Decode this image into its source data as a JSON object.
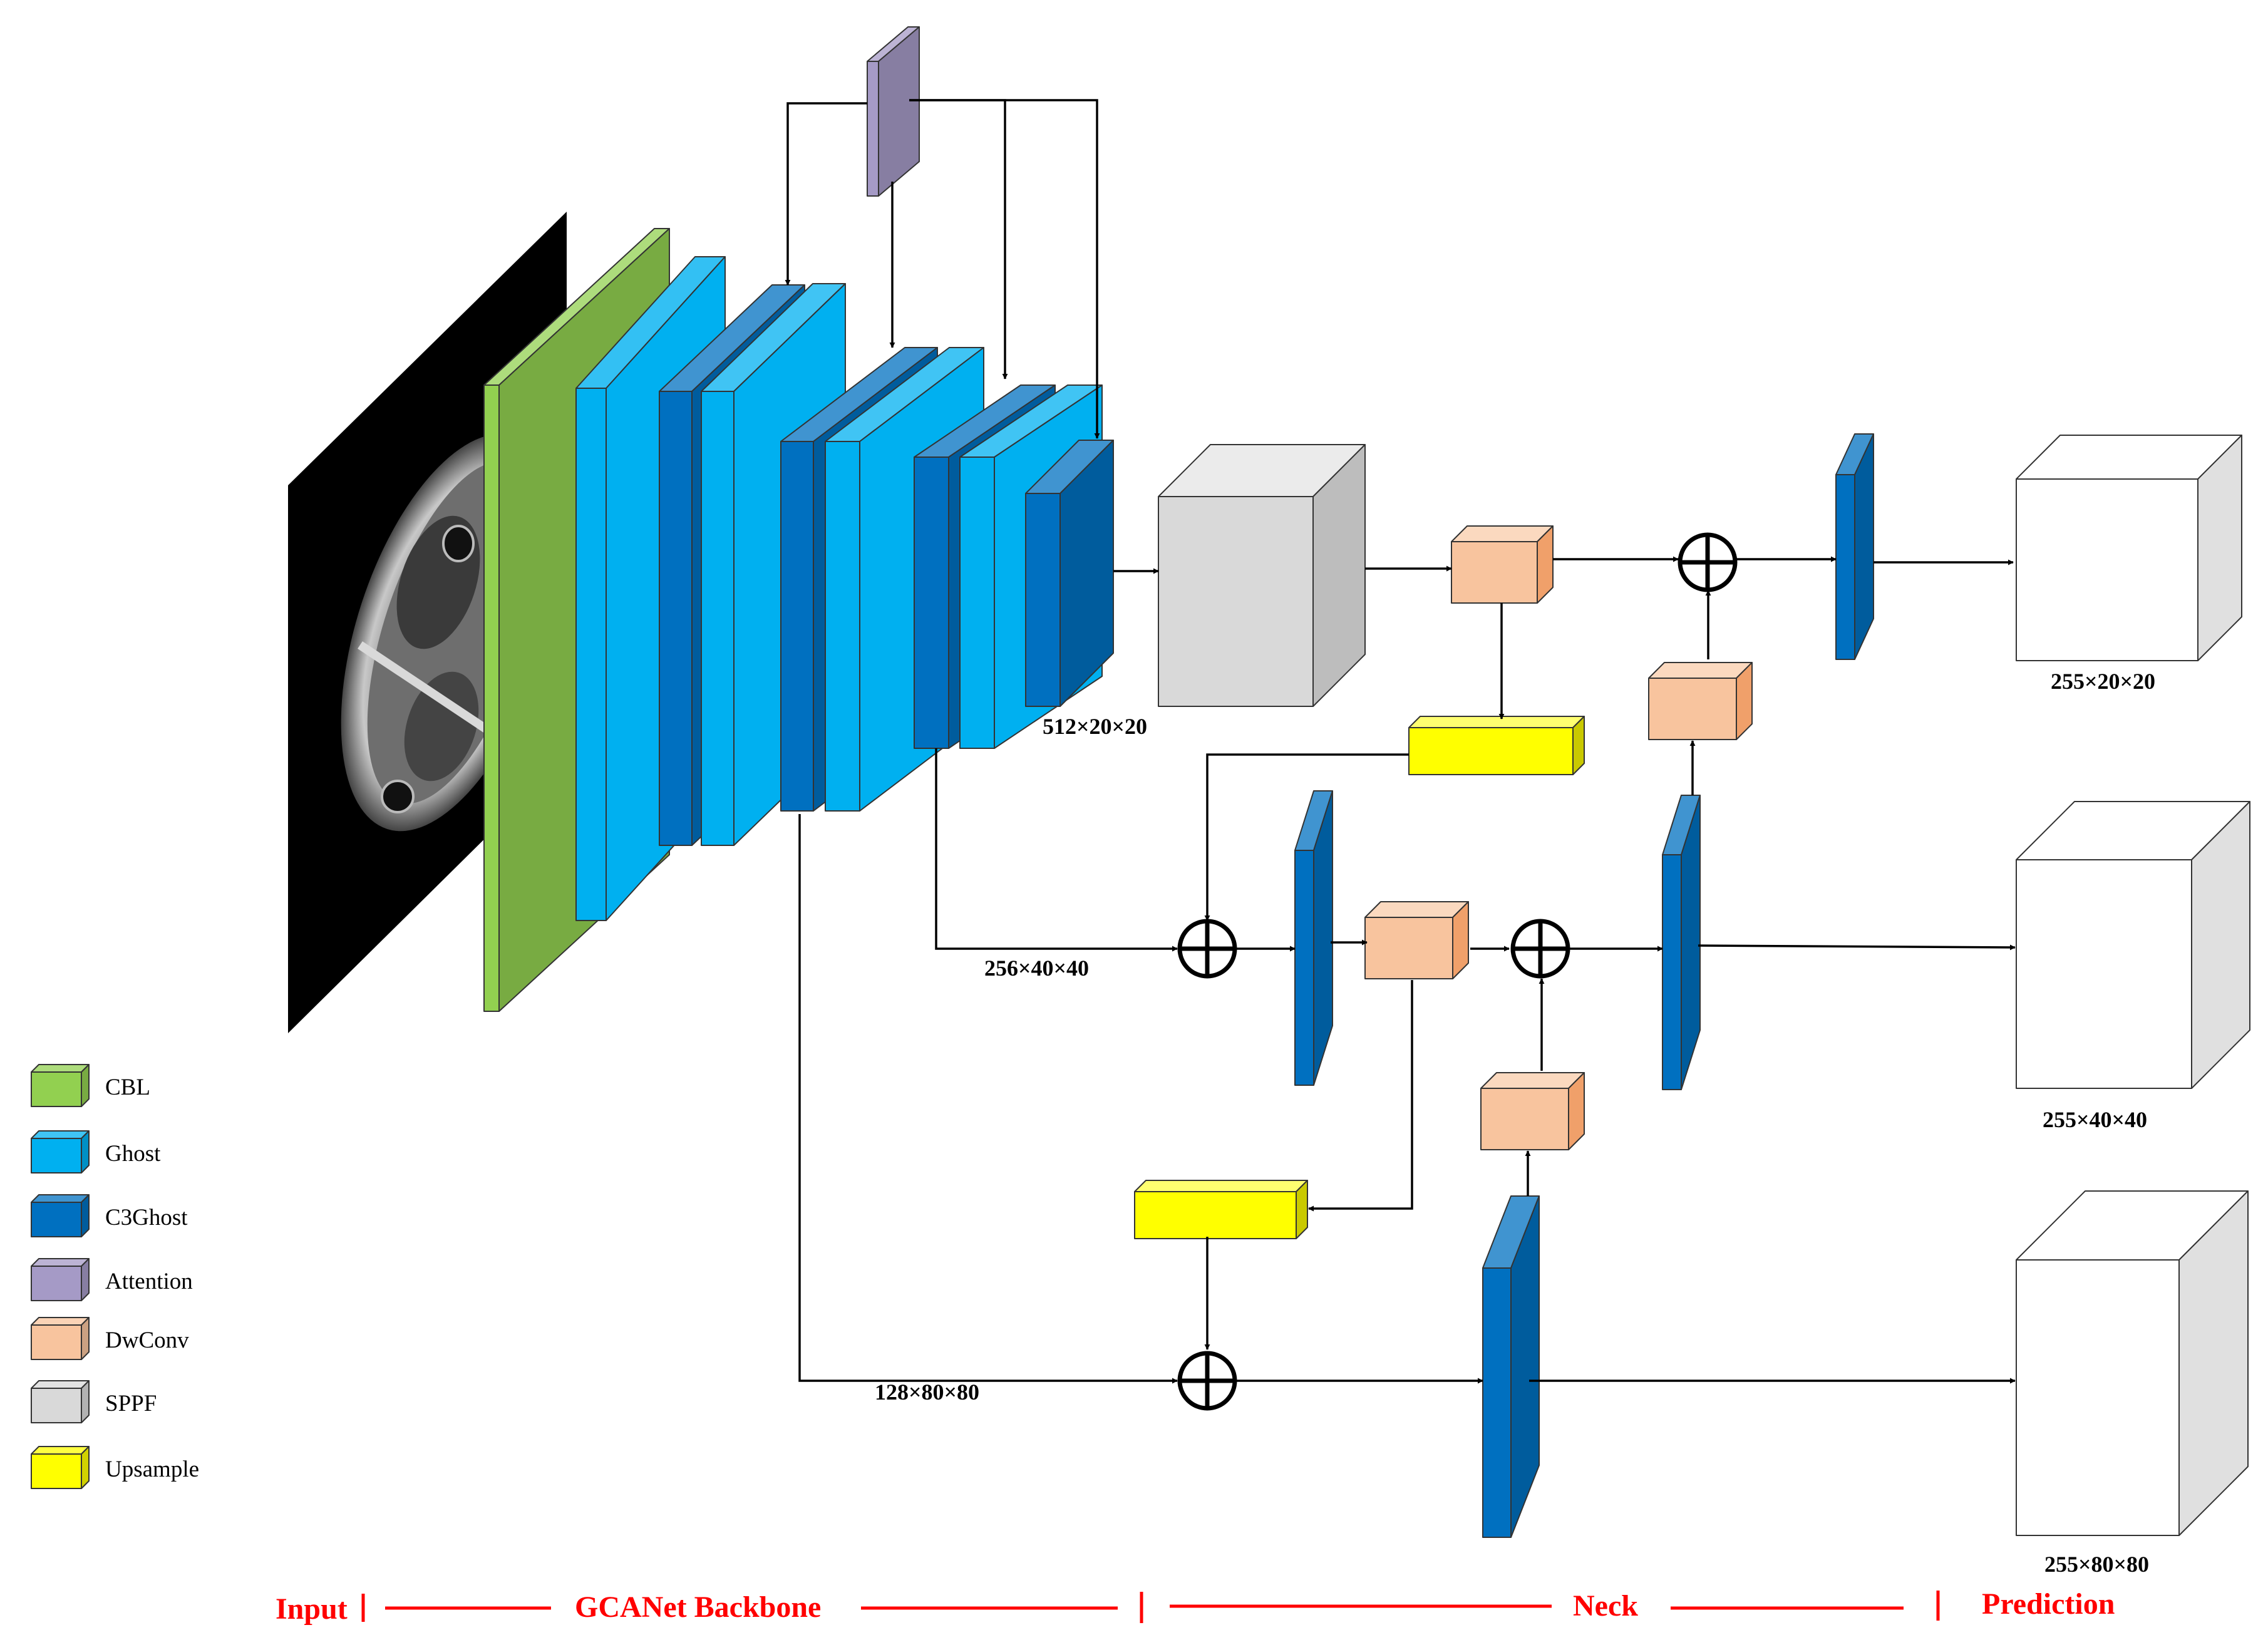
{
  "colors": {
    "cbl": "#92D050",
    "ghost": "#00B0F0",
    "c3ghost": "#0070C0",
    "attention": "#A59AC6",
    "dwconv": "#F8C49E",
    "sppf": "#D9D9D9",
    "upsample": "#FFFF00",
    "section_text": "#FF0000"
  },
  "legend": [
    {
      "key": "cbl",
      "label": "CBL"
    },
    {
      "key": "ghost",
      "label": "Ghost"
    },
    {
      "key": "c3ghost",
      "label": "C3Ghost"
    },
    {
      "key": "attention",
      "label": "Attention"
    },
    {
      "key": "dwconv",
      "label": "DwConv"
    },
    {
      "key": "sppf",
      "label": "SPPF"
    },
    {
      "key": "upsample",
      "label": "Upsample"
    }
  ],
  "dims": {
    "backbone_out": "512×20×20",
    "mid_feature": "256×40×40",
    "low_feature": "128×80×80",
    "pred_large": "255×20×20",
    "pred_mid": "255×40×40",
    "pred_small": "255×80×80"
  },
  "sections": {
    "input": "Input",
    "backbone": "GCANet Backbone",
    "neck": "Neck",
    "prediction": "Prediction"
  }
}
